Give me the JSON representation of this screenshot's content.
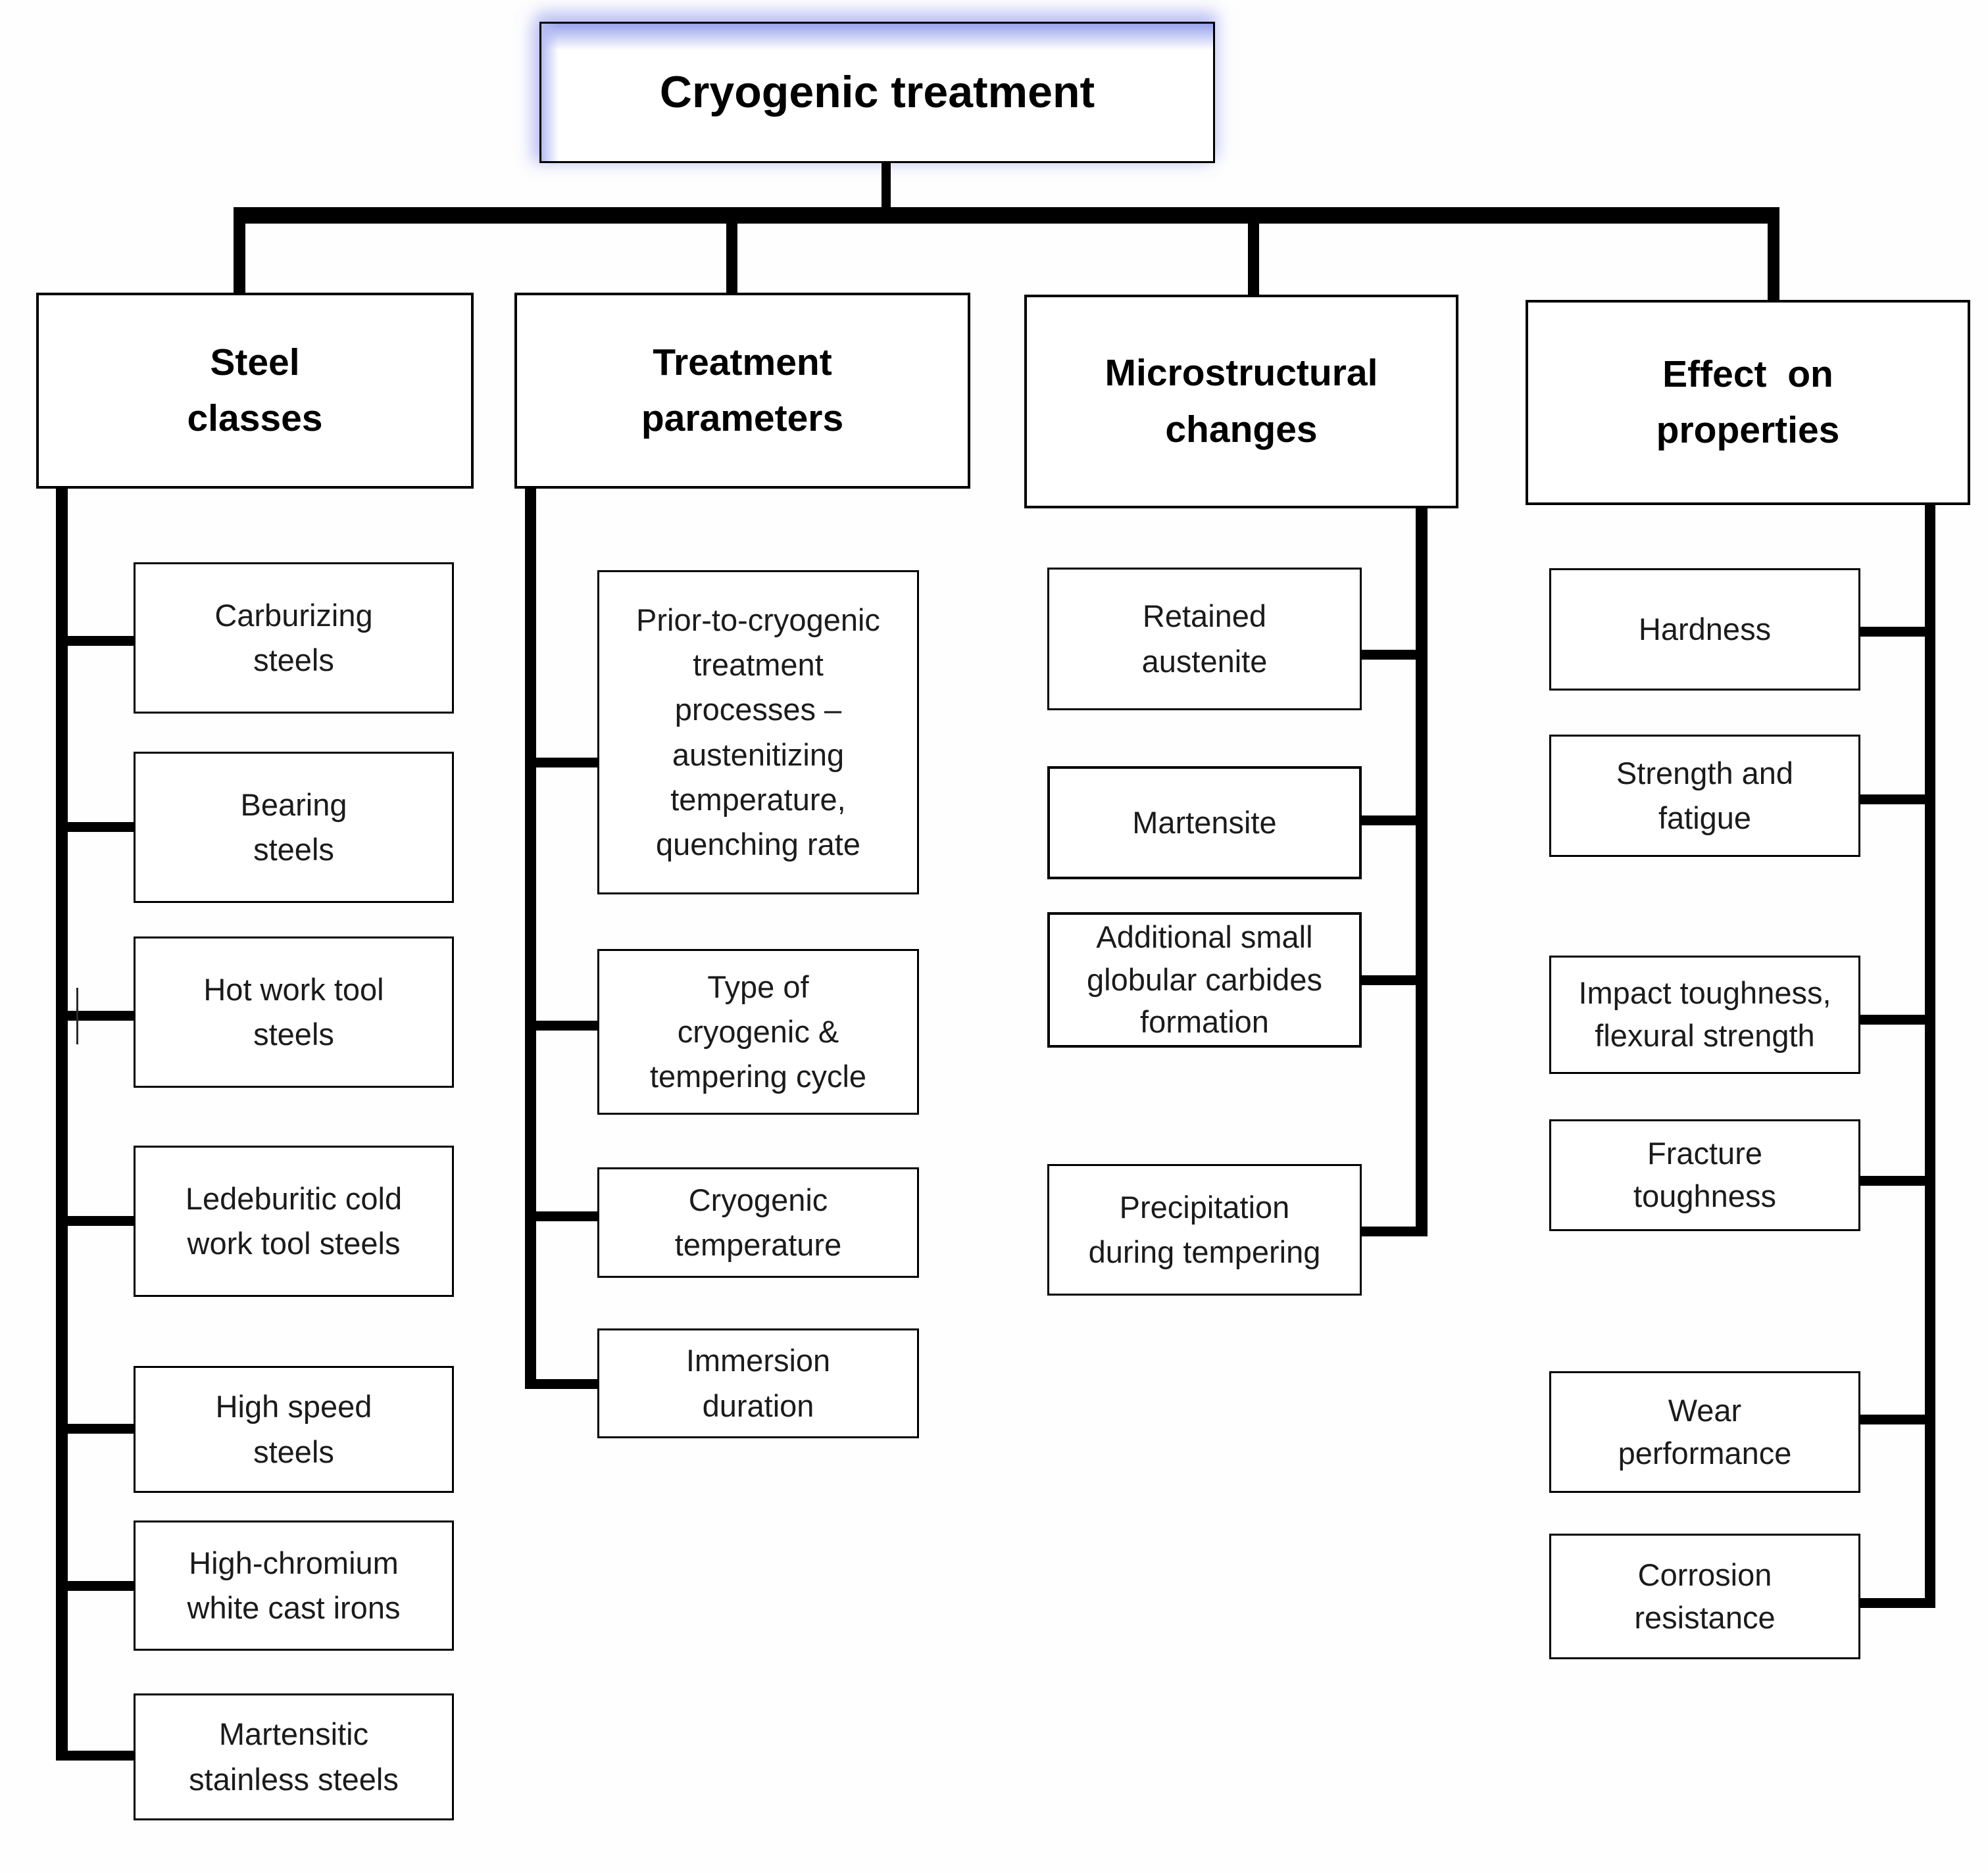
{
  "title": {
    "label": "Cryogenic treatment"
  },
  "columns": [
    {
      "header": "Steel\nclasses",
      "children": [
        {
          "label": "Carburizing\nsteels"
        },
        {
          "label": "Bearing\nsteels"
        },
        {
          "label": "Hot work tool\nsteels"
        },
        {
          "label": "Ledeburitic cold\nwork tool steels"
        },
        {
          "label": "High speed\nsteels"
        },
        {
          "label": "High-chromium\nwhite cast irons"
        },
        {
          "label": "Martensitic\nstainless steels"
        }
      ]
    },
    {
      "header": "Treatment\nparameters",
      "children": [
        {
          "label": "Prior-to-cryogenic\ntreatment\nprocesses –\naustenitizing\ntemperature,\nquenching rate"
        },
        {
          "label": "Type of\ncryogenic &\ntempering cycle"
        },
        {
          "label": "Cryogenic\ntemperature"
        },
        {
          "label": "Immersion\nduration"
        }
      ]
    },
    {
      "header": "Microstructural\nchanges",
      "children": [
        {
          "label": "Retained\naustenite"
        },
        {
          "label": "Martensite"
        },
        {
          "label": "Additional small\nglobular carbides\nformation"
        },
        {
          "label": "Precipitation\nduring tempering"
        }
      ]
    },
    {
      "header": "Effect  on\nproperties",
      "children": [
        {
          "label": "Hardness"
        },
        {
          "label": "Strength and\nfatigue"
        },
        {
          "label": "Impact toughness,\nflexural strength"
        },
        {
          "label": "Fracture\ntoughness"
        },
        {
          "label": "Wear\nperformance"
        },
        {
          "label": "Corrosion\nresistance"
        }
      ]
    }
  ],
  "colors": {
    "line": "#000000",
    "box_border": "#000000",
    "text": "#1b1b1b",
    "title_glow": "#98a2ec"
  }
}
